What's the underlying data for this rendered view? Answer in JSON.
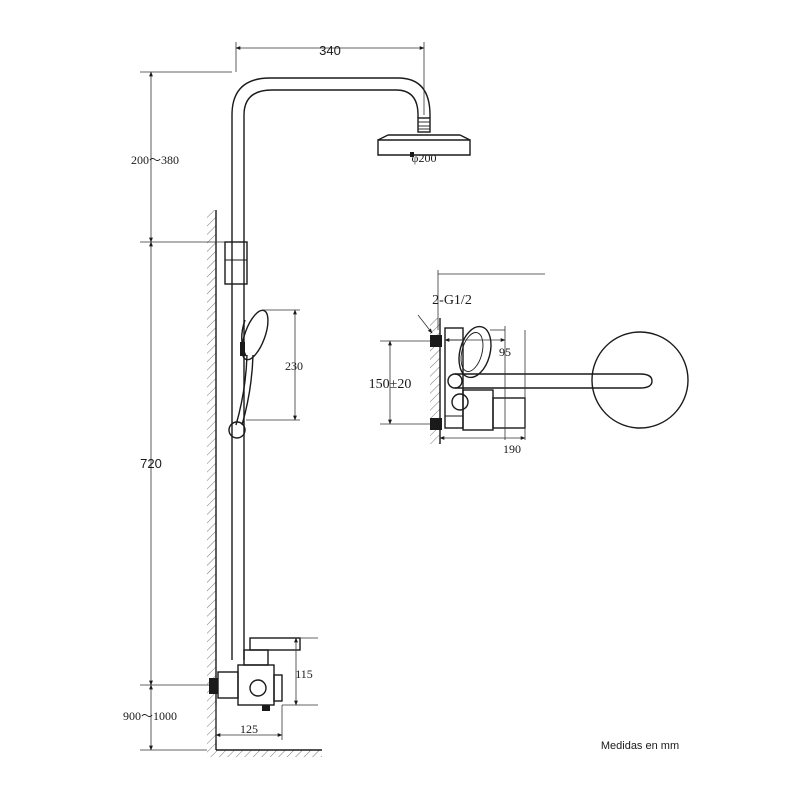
{
  "front_view": {
    "dim_top_width": "340",
    "dim_upper_height": "200～380",
    "dim_head_diameter": "φ200",
    "dim_main_height": "720",
    "dim_hand_shower": "230",
    "dim_mixer_height": "115",
    "dim_floor_height": "900～1000",
    "dim_mixer_depth": "125"
  },
  "side_view": {
    "dim_inlet": "2-G1/2",
    "dim_center_distance": "150±20",
    "dim_hand_offset": "95",
    "dim_depth": "190"
  },
  "footer": {
    "units_note": "Medidas en mm"
  }
}
